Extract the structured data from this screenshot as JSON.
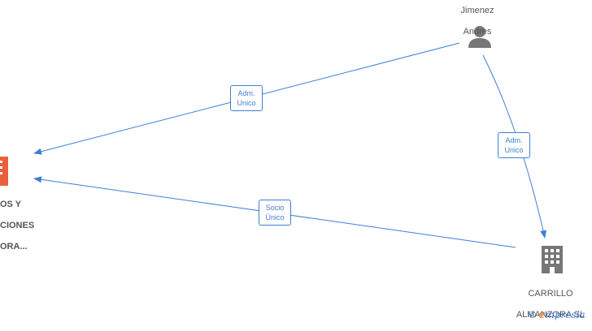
{
  "nodes": {
    "person": {
      "label_line1": "Jimenez",
      "label_line2": "Andres",
      "icon": "person-icon",
      "color": "#777777"
    },
    "company_left": {
      "label_line1": "OS Y",
      "label_line2": "CIONES",
      "label_line3": "ORA...",
      "icon": "building-icon",
      "color": "#e8603c"
    },
    "company_right": {
      "label_line1": "CARRILLO",
      "label_line2": "ALMANZORA  SL",
      "icon": "building-icon",
      "color": "#777777"
    }
  },
  "edges": {
    "person_to_left": {
      "line1": "Adm.",
      "line2": "Unico"
    },
    "person_to_right": {
      "line1": "Adm.",
      "line2": "Unico"
    },
    "right_to_left": {
      "line1": "Socio",
      "line2": "Único"
    }
  },
  "edge_color": "#3e7fd4",
  "brand": {
    "copyright": "©",
    "e": "e",
    "rest": "mpresia"
  }
}
